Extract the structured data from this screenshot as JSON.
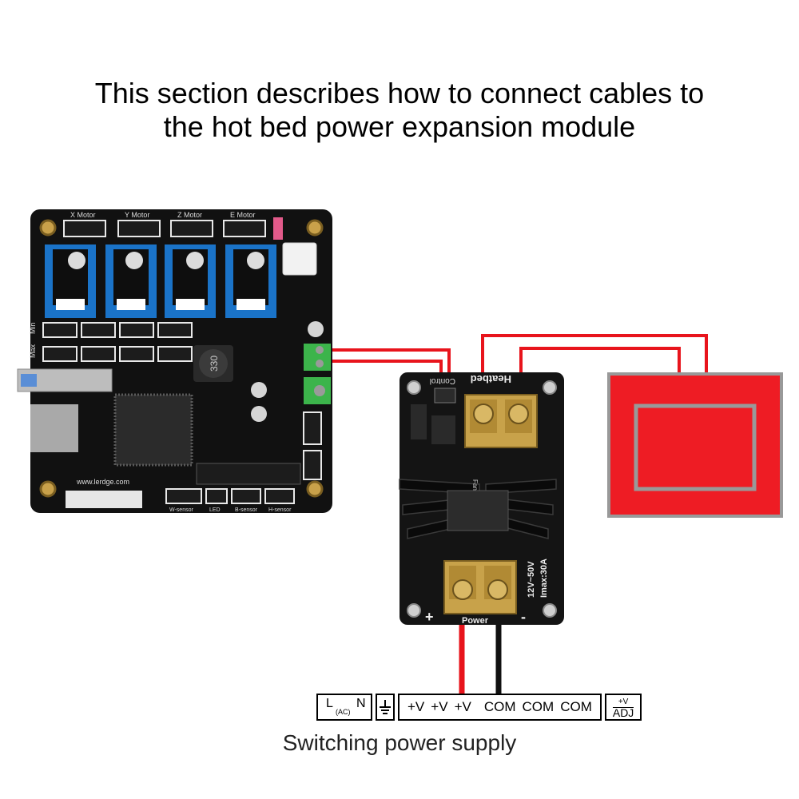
{
  "title": {
    "line1": "This section describes how to connect cables to",
    "line2": "the hot bed power expansion module"
  },
  "mainboard": {
    "motor_labels": [
      "X Motor",
      "Y Motor",
      "Z Motor",
      "E Motor"
    ],
    "min_label": "Min",
    "max_label": "Max",
    "inductor_label": "330",
    "website": "www.lerdge.com",
    "bottom_labels": [
      "W-sensor",
      "LED",
      "B-sensor",
      "H-sensor"
    ]
  },
  "module": {
    "header_label": "Heatbed",
    "control_label": "Control",
    "fan_label": "Fan",
    "voltage_label": "12V~50V",
    "current_label": "Imax:30A",
    "power_label": "Power",
    "plus_label": "+",
    "minus_label": "-"
  },
  "psu": {
    "l_label": "L",
    "ac_label": "(AC)",
    "n_label": "N",
    "terminals": [
      "+V",
      "+V",
      "+V",
      "COM",
      "COM",
      "COM"
    ],
    "adj_top": "+V",
    "adj_bottom": "ADJ",
    "caption": "Switching power supply"
  },
  "colors": {
    "board": "#111111",
    "driver_blue": "#1a73c8",
    "wire_red": "#e8141c",
    "wire_black": "#111111",
    "heatbed_red": "#ee1c24",
    "heatbed_border": "#999999",
    "terminal_green": "#3cb44b",
    "brass": "#c8a24a"
  }
}
